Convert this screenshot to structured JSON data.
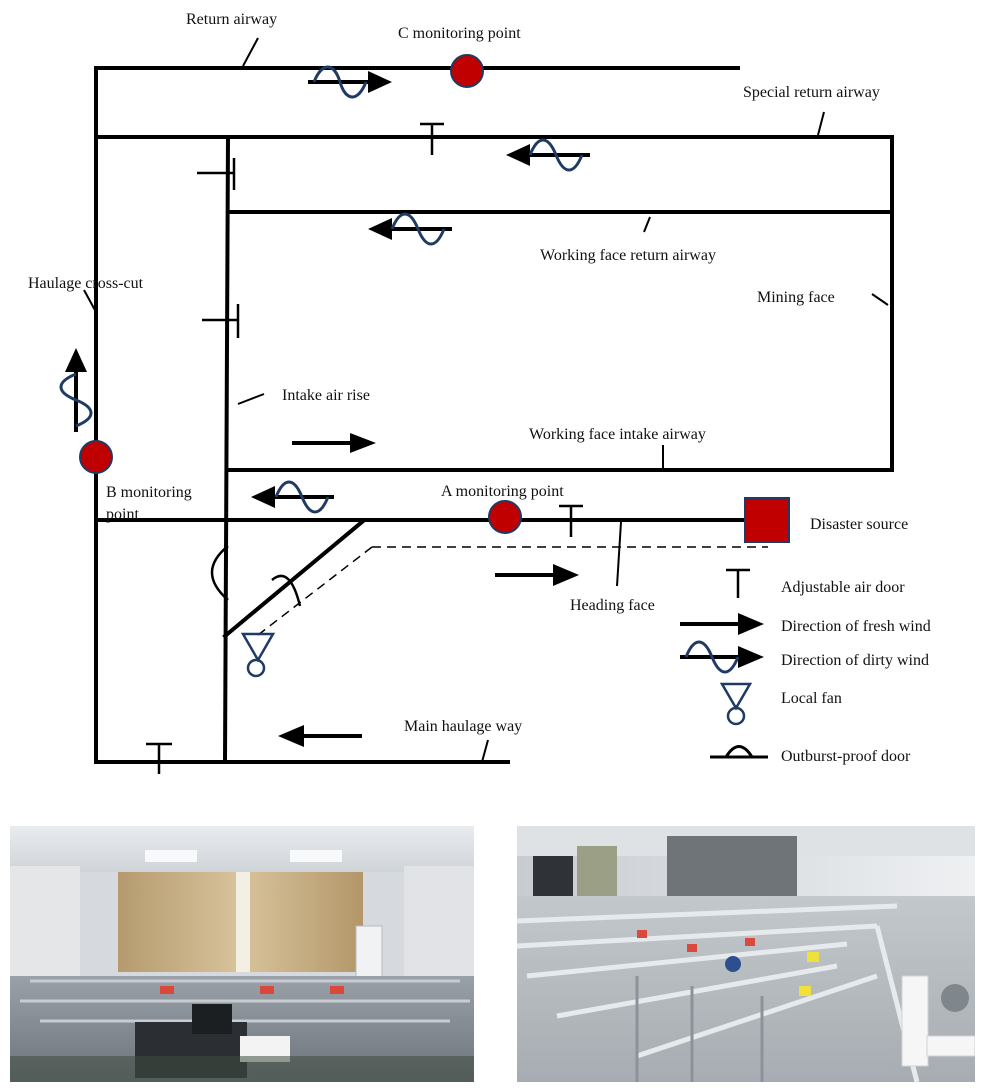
{
  "labels": {
    "return_airway": "Return airway",
    "c_monitoring_point": "C monitoring point",
    "special_return_airway": "Special return airway",
    "working_face_return_airway": "Working face return airway",
    "haulage_cross_cut": "Haulage cross-cut",
    "mining_face": "Mining face",
    "intake_air_rise": "Intake air rise",
    "working_face_intake_airway": "Working face intake airway",
    "b_monitoring_point_line1": "B monitoring",
    "b_monitoring_point_line2": "point",
    "a_monitoring_point": "A monitoring point",
    "disaster_source": "Disaster source",
    "heading_face": "Heading face",
    "main_haulage_way": "Main haulage way"
  },
  "legend": {
    "adjustable_air_door": "Adjustable air door",
    "fresh_wind": "Direction of fresh wind",
    "dirty_wind": "Direction of dirty wind",
    "local_fan": "Local fan",
    "outburst_proof_door": "Outburst-proof door"
  },
  "colors": {
    "line": "#000000",
    "monitoring_point": "#c00000",
    "disaster_source": "#c00000",
    "dirty_wind_wave": "#1f3a63",
    "outline": "#1f3a63"
  },
  "photos": [
    "laboratory-photo-left",
    "laboratory-photo-right"
  ]
}
